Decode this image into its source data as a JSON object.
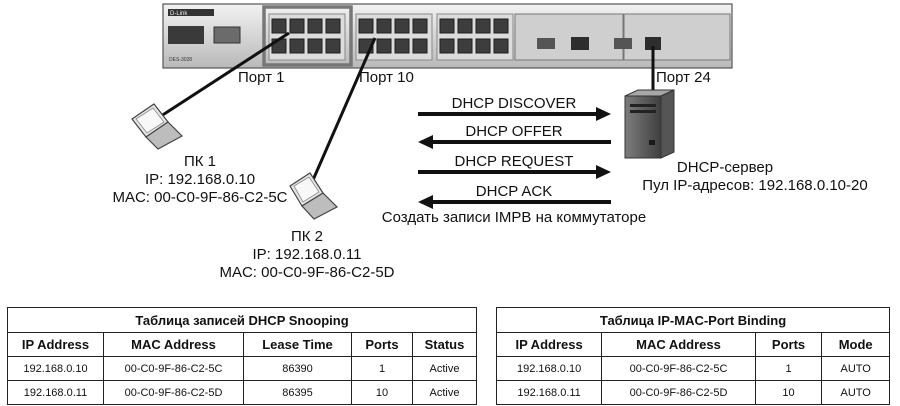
{
  "switch": {
    "brand_label": "D-Link",
    "model_label": "DES-3028"
  },
  "labels": {
    "port1": "Порт 1",
    "port10": "Порт 10",
    "port24": "Порт 24"
  },
  "pc1": {
    "name": "ПК 1",
    "ip": "IP: 192.168.0.10",
    "mac": "MAC: 00-C0-9F-86-C2-5C"
  },
  "pc2": {
    "name": "ПК 2",
    "ip": "IP: 192.168.0.11",
    "mac": "MAC: 00-C0-9F-86-C2-5D"
  },
  "server": {
    "name": "DHCP-сервер",
    "pool": "Пул IP-адресов: 192.168.0.10-20"
  },
  "messages": {
    "discover": "DHCP DISCOVER",
    "offer": "DHCP OFFER",
    "request": "DHCP REQUEST",
    "ack": "DHCP ACK",
    "note": "Создать записи IMPB на коммутаторе"
  },
  "snooping_table": {
    "title": "Таблица записей DHCP Snooping",
    "headers": [
      "IP Address",
      "MAC Address",
      "Lease Time",
      "Ports",
      "Status"
    ],
    "rows": [
      [
        "192.168.0.10",
        "00-C0-9F-86-C2-5C",
        "86390",
        "1",
        "Active"
      ],
      [
        "192.168.0.11",
        "00-C0-9F-86-C2-5D",
        "86395",
        "10",
        "Active"
      ]
    ]
  },
  "impb_table": {
    "title": "Таблица IP-MAC-Port Binding",
    "headers": [
      "IP Address",
      "MAC Address",
      "Ports",
      "Mode"
    ],
    "rows": [
      [
        "192.168.0.10",
        "00-C0-9F-86-C2-5C",
        "1",
        "AUTO"
      ],
      [
        "192.168.0.11",
        "00-C0-9F-86-C2-5D",
        "10",
        "AUTO"
      ]
    ]
  }
}
